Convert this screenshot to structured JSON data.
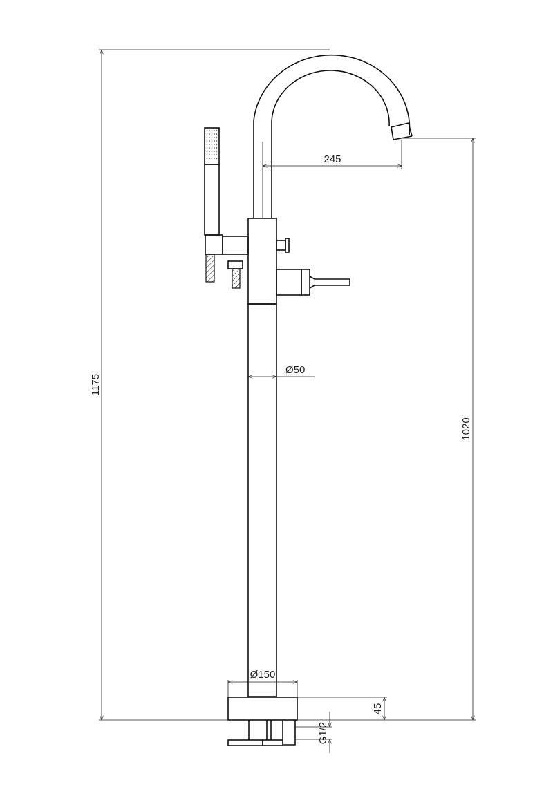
{
  "dimensions": {
    "total_height": "1175",
    "spout_height": "1020",
    "spout_reach": "245",
    "column_diameter": "Ø50",
    "base_diameter": "Ø150",
    "base_height": "45",
    "connection_thread": "G1/2"
  },
  "colors": {
    "line": "#111111",
    "background": "#ffffff"
  }
}
